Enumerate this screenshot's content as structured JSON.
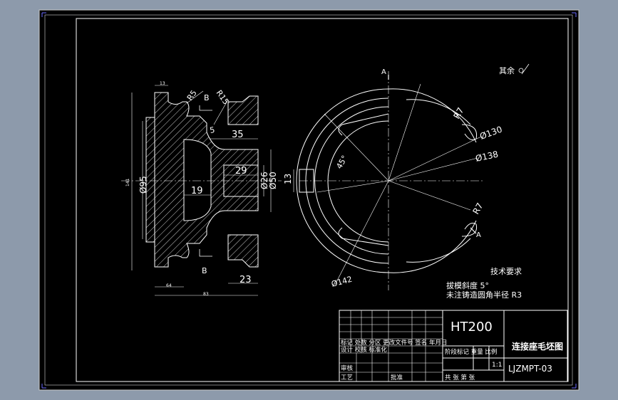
{
  "drawing": {
    "dims": {
      "d13": "13",
      "r5": "R5",
      "r15": "R15",
      "b_top": "B",
      "b_bot": "B",
      "d5": "5",
      "d35": "35",
      "d29": "29",
      "d19": "19",
      "phi95": "Ø95",
      "phi26": "Ø26",
      "phi50": "Ø50",
      "d141": "141",
      "d23": "23",
      "d64": "64",
      "d83": "83",
      "d13b": "13",
      "a_top": "A",
      "a_bot": "A",
      "r7_top": "R7",
      "r7_bot": "R7",
      "phi130": "Ø130",
      "phi138": "Ø138",
      "phi142": "Ø142",
      "ang45": "45°"
    },
    "surface_note": "其余",
    "tech_title": "技术要求",
    "tech_line1": "拔模斜度 5°",
    "tech_line2": "未注铸造圆角半径 R3"
  },
  "title_block": {
    "material": "HT200",
    "part_name": "连接座毛坯图",
    "drawing_no": "LJZMPT-03",
    "scale": "1:1",
    "hdr_row": "标记 处数 分区 更改文件号 签名 年月日",
    "design_row": "设计 校核  标准化",
    "review": "审核",
    "process": "工艺",
    "approve": "批准",
    "stage_row": "阶段标记  重量  比例",
    "sheet_row": "共  张  第  张"
  }
}
